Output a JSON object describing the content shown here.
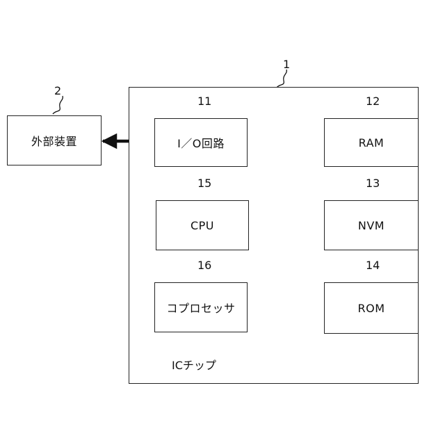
{
  "diagram": {
    "external_device": {
      "label": "外部装置",
      "ref": "2"
    },
    "ic_chip": {
      "label": "ICチップ",
      "ref": "1"
    },
    "blocks": {
      "io": {
        "label": "I／O回路",
        "ref": "11"
      },
      "ram": {
        "label": "RAM",
        "ref": "12"
      },
      "nvm": {
        "label": "NVM",
        "ref": "13"
      },
      "rom": {
        "label": "ROM",
        "ref": "14"
      },
      "cpu": {
        "label": "CPU",
        "ref": "15"
      },
      "coprocessor": {
        "label": "コプロセッサ",
        "ref": "16"
      }
    }
  }
}
